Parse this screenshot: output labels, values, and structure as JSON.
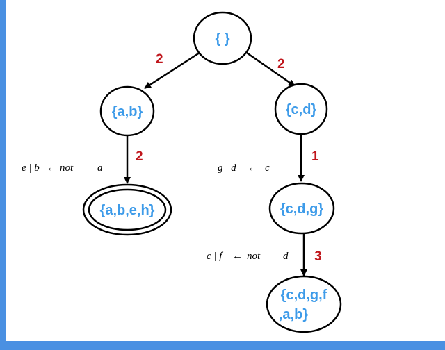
{
  "colors": {
    "node_text": "#3d9be9",
    "edge_weight": "#c0161c",
    "stroke": "#000000",
    "frame": "#4a90e2"
  },
  "nodes": {
    "root": "{ }",
    "ab": "{a,b}",
    "cd": "{c,d}",
    "abeh": "{a,b,e,h}",
    "cdg": "{c,d,g}",
    "cdgfab_line1": "{c,d,g,f",
    "cdgfab_line2": ",a,b}"
  },
  "edges": {
    "root_to_ab": "2",
    "root_to_cd": "2",
    "ab_to_abeh": "2",
    "cd_to_cdg": "1",
    "cdg_to_cdgfab": "3"
  },
  "rules": {
    "ab_to_abeh": {
      "lhs": "e | b",
      "arrow": "←",
      "cond": "not",
      "var": "a"
    },
    "cd_to_cdg": {
      "lhs": "g | d",
      "arrow": "←",
      "cond": "c",
      "var": ""
    },
    "cdg_to_cdgfab": {
      "lhs": "c | f",
      "arrow": "←",
      "cond": "not",
      "var": "d"
    }
  }
}
